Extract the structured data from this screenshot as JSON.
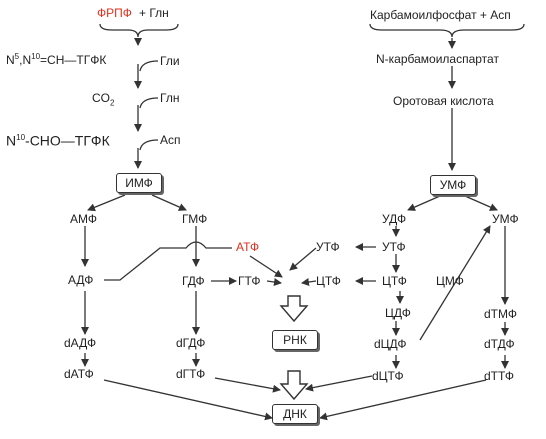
{
  "left_top": {
    "frpf": "ФРПФ",
    "plus_gln": "+ Глн",
    "n5n10": "N",
    "sup5": "5",
    "comma": ",N",
    "sup10": "10",
    "eq_ch": "=CH—ТГФК",
    "gly": "Гли",
    "co2": "CO",
    "co2_sub": "2",
    "gln2": "Глн",
    "n10": "N",
    "n10_sup": "10",
    "cho": "-CHO—ТГФК",
    "asp": "Асп"
  },
  "right_top": {
    "header": "Карбамоилфосфат  + Асп",
    "ncarb": "N-карбамоиласпартат",
    "orotic": "Оротовая  кислота"
  },
  "nodes": {
    "imf": "ИМФ",
    "umf_box": "УМФ",
    "amf": "АМФ",
    "gmf": "ГМФ",
    "atp_red": "АТФ",
    "utf_mid": "УТФ",
    "udf": "УДФ",
    "umf": "УМФ",
    "adf": "АДФ",
    "gdf": "ГДФ",
    "gtf": "ГТФ",
    "ctf_mid": "ЦТФ",
    "utf_r": "УТФ",
    "ctf_r": "ЦТФ",
    "cmf": "ЦМФ",
    "cdf": "ЦДФ",
    "dtmf": "dТМФ",
    "dadf": "dАДФ",
    "dgdf": "dГДФ",
    "rnk": "РНК",
    "dcdf": "dЦДФ",
    "dtdf": "dТДФ",
    "datf": "dАТФ",
    "dgtf": "dГТФ",
    "dctf": "dЦТФ",
    "dttf": "dТТФ",
    "dnk": "ДНК"
  }
}
